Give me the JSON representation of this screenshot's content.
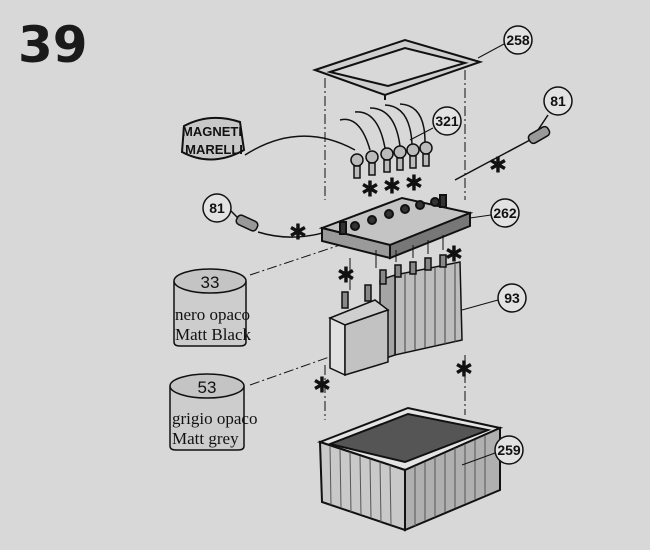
{
  "step_number": "39",
  "brand_logo": {
    "line1": "MAGNETI",
    "line2": "MARELLI"
  },
  "callouts": [
    {
      "id": "tray-frame",
      "label": "258"
    },
    {
      "id": "clamp-right",
      "label": "81"
    },
    {
      "id": "caps",
      "label": "321"
    },
    {
      "id": "clamp-left",
      "label": "81"
    },
    {
      "id": "lid",
      "label": "262"
    },
    {
      "id": "cells",
      "label": "93"
    },
    {
      "id": "case",
      "label": "259"
    }
  ],
  "paints": [
    {
      "number": "33",
      "line1": "nero opaco",
      "line2": "Matt Black"
    },
    {
      "number": "53",
      "line1": "grigio opaco",
      "line2": "Matt grey"
    }
  ],
  "glue_symbol": "✱"
}
